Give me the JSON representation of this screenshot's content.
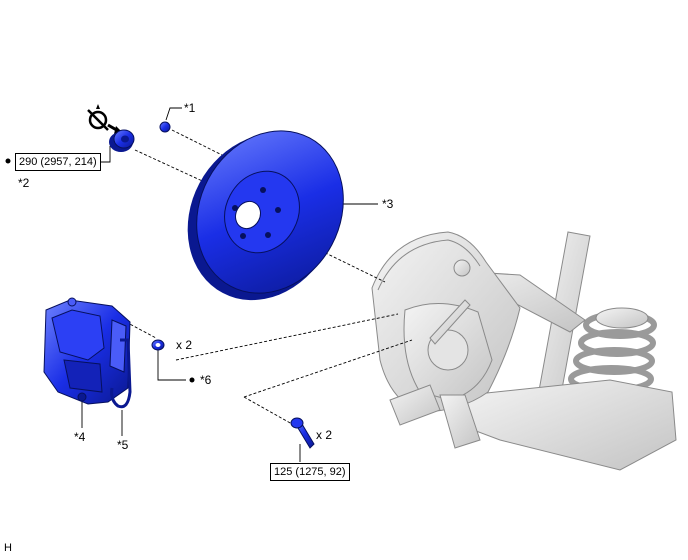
{
  "labels": {
    "c1": "*1",
    "c2": "*2",
    "c3": "*3",
    "c4": "*4",
    "c5": "*5",
    "c6": "*6",
    "qty_washer": "x 2",
    "qty_bolt": "x 2",
    "corner": "H"
  },
  "torque": {
    "hub_nut": "290 (2957, 214)",
    "caliper_bolt": "125 (1275, 92)"
  },
  "colors": {
    "part_blue": "#1a2ee6",
    "part_blue_dark": "#0a1890",
    "part_blue_light": "#6f83ff",
    "line": "#000000",
    "ghost_gray": "#b5b5b5"
  },
  "icons": {
    "no_reuse": "no-reuse-icon"
  }
}
